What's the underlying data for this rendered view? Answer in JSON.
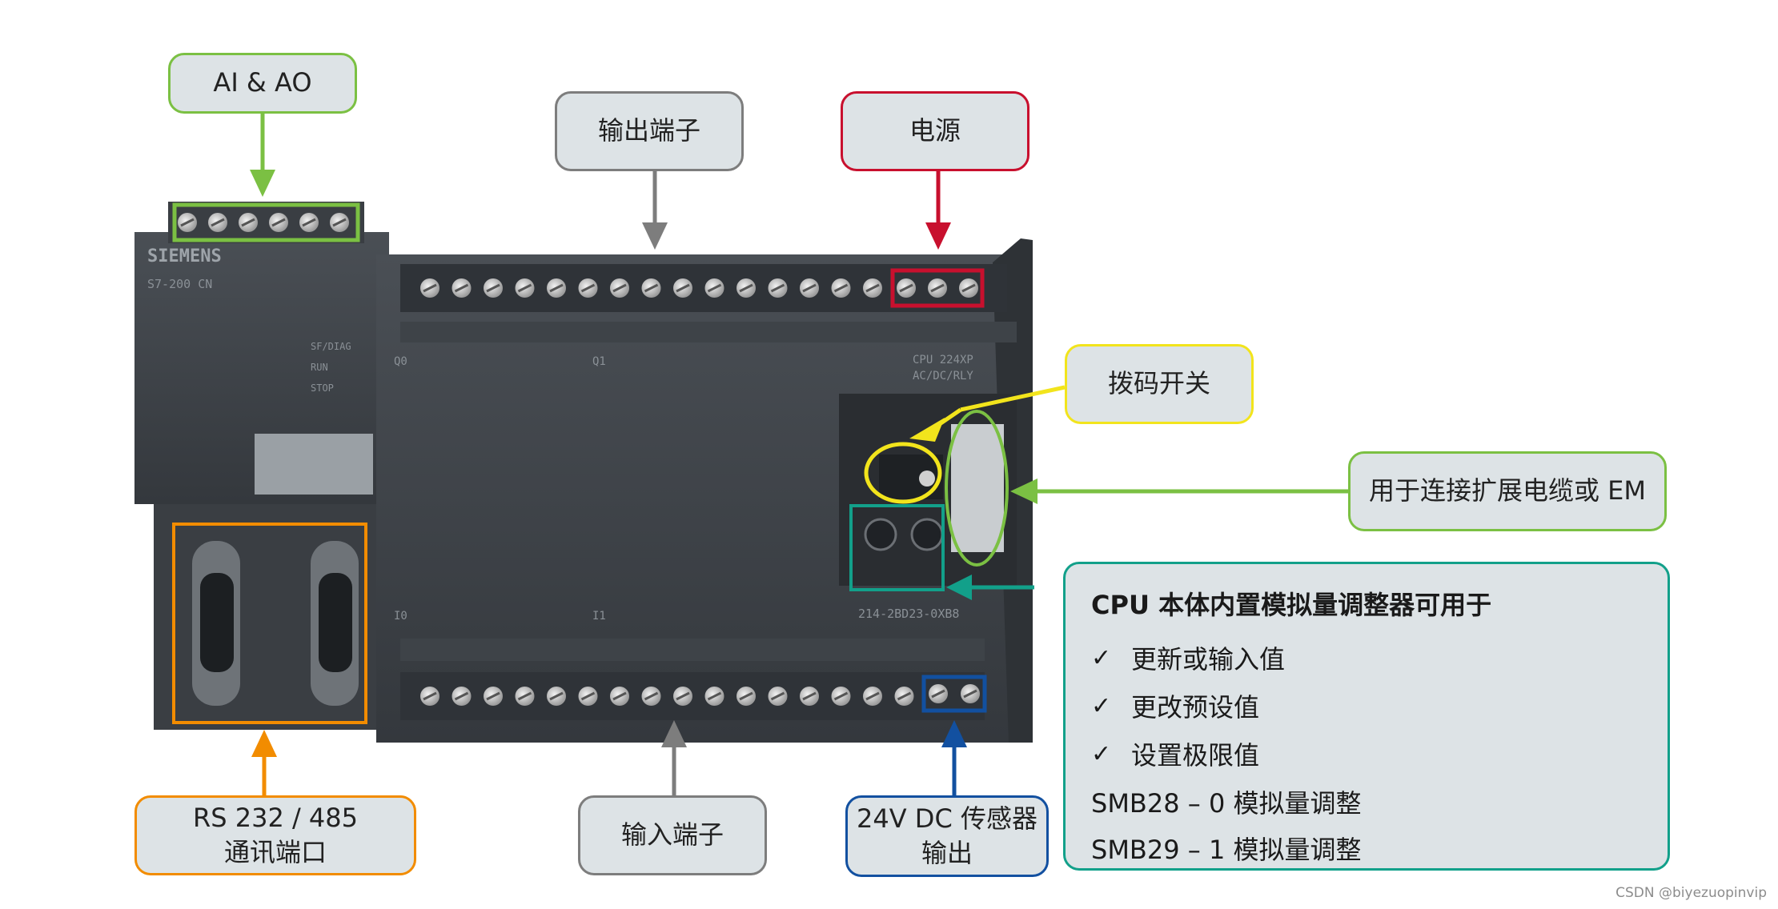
{
  "callouts": {
    "ai_ao": "AI & AO",
    "output_terminals": "输出端子",
    "power": "电源",
    "dip_switch": "拨码开关",
    "expansion": "用于连接扩展电缆或 EM",
    "rs232_485_line1": "RS 232 / 485",
    "rs232_485_line2": "通讯端口",
    "input_terminals": "输入端子",
    "sensor_line1": "24V DC 传感器",
    "sensor_line2": "输出"
  },
  "analog_box": {
    "title": "CPU 本体内置模拟量调整器可用于",
    "check_mark": "✓",
    "items": [
      "更新或输入值",
      "更改预设值",
      "设置极限值"
    ],
    "smb28": "SMB28 – 0 模拟量调整",
    "smb29": "SMB29 – 1 模拟量调整"
  },
  "device": {
    "brand": "SIEMENS",
    "model": "S7-200 CN",
    "cpu_model": "CPU 224XP",
    "cpu_type": "AC/DC/RLY",
    "part_number": "214-2BD23-0XB8",
    "led_sf": "SF/DIAG",
    "led_run": "RUN",
    "led_stop": "STOP",
    "q0": "Q0",
    "q1": "Q1",
    "i0": "I0",
    "i1": "I1"
  },
  "colors": {
    "green": "#7bc043",
    "gray": "#7d7d7d",
    "red": "#c8102e",
    "yellow": "#f2e41c",
    "orange": "#f28c00",
    "blue": "#1250a0",
    "teal": "#12a08a"
  },
  "watermark": "CSDN @biyezuopinvip"
}
